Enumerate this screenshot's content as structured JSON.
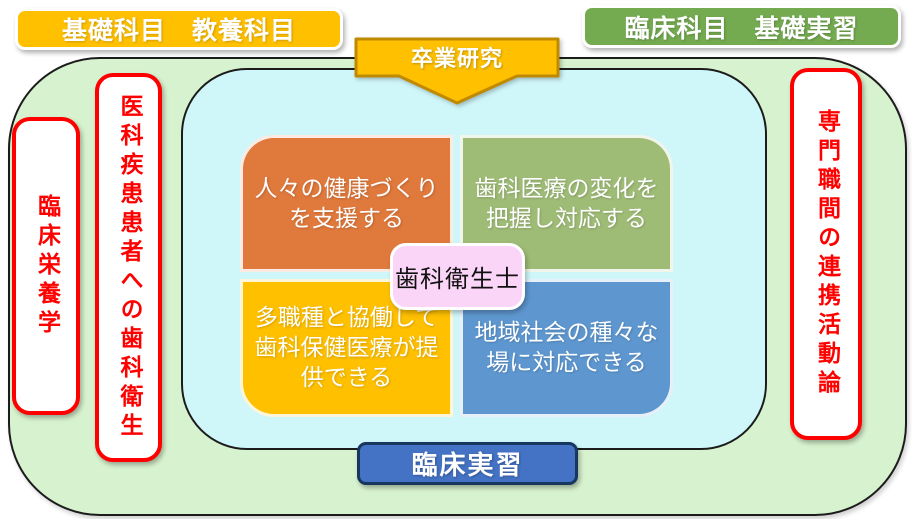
{
  "top_labels": {
    "basic": "基礎科目　教養科目",
    "clinical": "臨床科目　基礎実習"
  },
  "arrow": {
    "label": "卒業研究"
  },
  "side_boxes": {
    "clinical_nutrition": "臨床栄養学",
    "medical_dental_hygiene": "医科疾患患者への歯科衛生",
    "interprofessional": "専門職間の連携活動論"
  },
  "quadrants": [
    {
      "id": "support-health",
      "color": "#E0793C",
      "text": "人々の健康づくり\nを支援する"
    },
    {
      "id": "adapt-changes",
      "color": "#9FBC77",
      "text": "歯科医療の変化を\n把握し対応する"
    },
    {
      "id": "collaborate",
      "color": "#FFC000",
      "text": "多職種と協働して\n歯科保健医療が提\n供できる"
    },
    {
      "id": "community",
      "color": "#5E97D0",
      "text": "地域社会の種々な\n場に対応できる"
    }
  ],
  "center": {
    "label": "歯科衛生士"
  },
  "bottom": {
    "label": "臨床実習"
  },
  "colors": {
    "outer_background": "#D7F2CE",
    "inner_background": "#CFF7FA",
    "gold": "#FFC000",
    "gold_border": "#C08A00",
    "label_green": "#74AA50",
    "red_accent": "#FF0000",
    "center_pink": "#FBD5F8",
    "bottom_blue": "#4472C4",
    "bottom_blue_border": "#17375E"
  }
}
